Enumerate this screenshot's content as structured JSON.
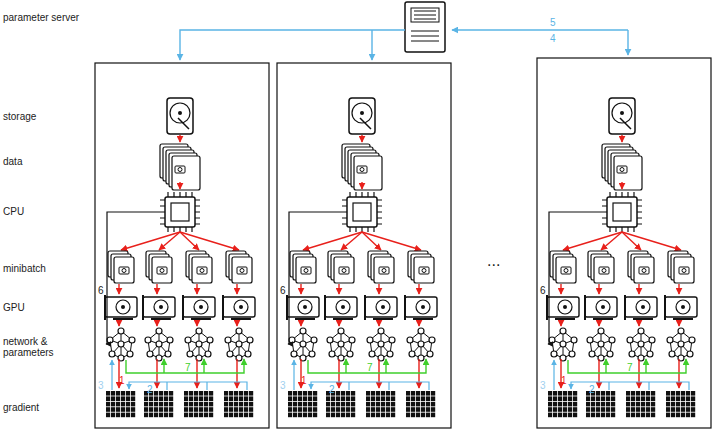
{
  "diagram": {
    "labels": [
      "parameter server",
      "storage",
      "data",
      "CPU",
      "minibatch",
      "GPU",
      "network & parameters",
      "gradient",
      "5",
      "4",
      "6",
      "3",
      "1",
      "2",
      "7",
      "6",
      "3",
      "1",
      "2",
      "7",
      "6",
      "3",
      "1",
      "2",
      "7",
      "..."
    ]
  }
}
